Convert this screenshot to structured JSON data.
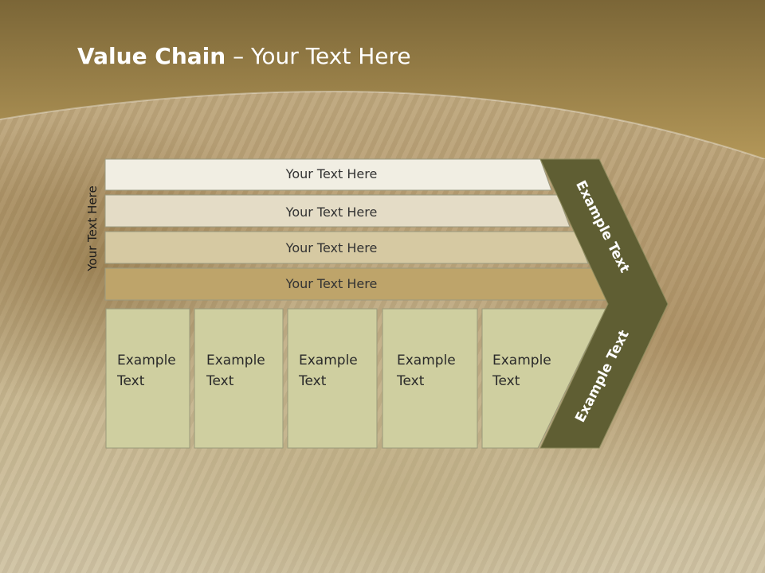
{
  "slide": {
    "title_bold": "Value Chain",
    "title_rest": " – Your Text Here",
    "side_label": "Your Text Here",
    "bars": [
      {
        "label": "Your Text Here",
        "color": "#f1eee3"
      },
      {
        "label": "Your Text Here",
        "color": "#e4dcc6"
      },
      {
        "label": "Your Text Here",
        "color": "#d6c9a2"
      },
      {
        "label": "Your Text Here",
        "color": "#bea46a"
      }
    ],
    "boxes": [
      {
        "label": "Example Text"
      },
      {
        "label": "Example Text"
      },
      {
        "label": "Example Text"
      },
      {
        "label": "Example Text"
      },
      {
        "label": "Example Text"
      }
    ],
    "chevron_top": "Example Text",
    "chevron_bottom": "Example Text",
    "colors": {
      "header_top": "#7b6637",
      "header_bottom": "#b39758",
      "box_fill": "#cfcfa0",
      "chevron": "#5f5e33"
    }
  }
}
